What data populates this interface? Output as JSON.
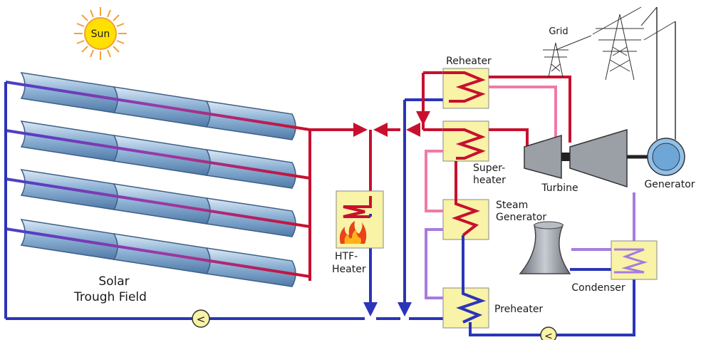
{
  "labels": {
    "sun": "Sun",
    "grid": "Grid",
    "reheater": "Reheater",
    "superheater_line1": "Super-",
    "superheater_line2": "heater",
    "turbine": "Turbine",
    "generator": "Generator",
    "steam_generator_line1": "Steam",
    "steam_generator_line2": "Generator",
    "htf_heater_line1": "HTF-",
    "htf_heater_line2": "Heater",
    "condenser": "Condenser",
    "preheater": "Preheater",
    "solar_field_line1": "Solar",
    "solar_field_line2": "Trough Field",
    "pump_symbol": "<"
  },
  "colors": {
    "hot_htf": "#c8102e",
    "cold_htf": "#2b35b8",
    "steam_mid": "#f07aa8",
    "feedwater": "#a77be0",
    "box_fill": "#f8f3a6",
    "sun": "#ffe000",
    "machine": "#9aa0a6",
    "trough": "#8fb3d6"
  }
}
